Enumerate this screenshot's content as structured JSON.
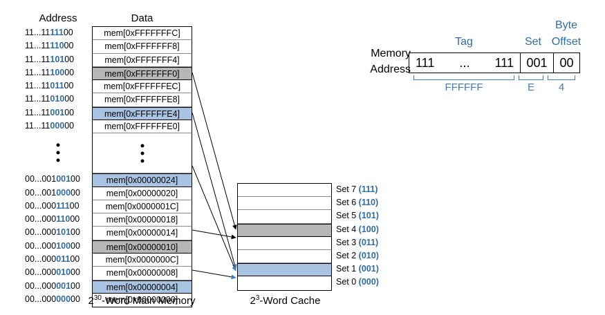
{
  "headers": {
    "address": "Address",
    "data": "Data"
  },
  "memory": {
    "caption_base": "2",
    "caption_exp": "30",
    "caption_rest": "-Word Main Memory",
    "rows": [
      {
        "addr_prefix": "11...11",
        "addr_set": "111",
        "addr_suffix": "00",
        "data": "mem[0xFFFFFFFC]",
        "fill": "none"
      },
      {
        "addr_prefix": "11...11",
        "addr_set": "110",
        "addr_suffix": "00",
        "data": "mem[0xFFFFFFF8]",
        "fill": "none"
      },
      {
        "addr_prefix": "11...11",
        "addr_set": "101",
        "addr_suffix": "00",
        "data": "mem[0xFFFFFFF4]",
        "fill": "none"
      },
      {
        "addr_prefix": "11...11",
        "addr_set": "100",
        "addr_suffix": "00",
        "data": "mem[0xFFFFFFF0]",
        "fill": "gray"
      },
      {
        "addr_prefix": "11...11",
        "addr_set": "011",
        "addr_suffix": "00",
        "data": "mem[0xFFFFFFEC]",
        "fill": "none"
      },
      {
        "addr_prefix": "11...11",
        "addr_set": "010",
        "addr_suffix": "00",
        "data": "mem[0xFFFFFFE8]",
        "fill": "none"
      },
      {
        "addr_prefix": "11...11",
        "addr_set": "001",
        "addr_suffix": "00",
        "data": "mem[0xFFFFFFE4]",
        "fill": "blue"
      },
      {
        "addr_prefix": "11...11",
        "addr_set": "000",
        "addr_suffix": "00",
        "data": "mem[0xFFFFFFE0]",
        "fill": "none"
      },
      {
        "addr_prefix": "",
        "addr_set": "",
        "addr_suffix": "",
        "data": "",
        "fill": "gap"
      },
      {
        "addr_prefix": "00...001",
        "addr_set": "001",
        "addr_suffix": "00",
        "data": "mem[0x00000024]",
        "fill": "blue"
      },
      {
        "addr_prefix": "00...001",
        "addr_set": "000",
        "addr_suffix": "00",
        "data": "mem[0x00000020]",
        "fill": "none"
      },
      {
        "addr_prefix": "00...000",
        "addr_set": "111",
        "addr_suffix": "00",
        "data": "mem[0x0000001C]",
        "fill": "none"
      },
      {
        "addr_prefix": "00...000",
        "addr_set": "110",
        "addr_suffix": "00",
        "data": "mem[0x00000018]",
        "fill": "none"
      },
      {
        "addr_prefix": "00...000",
        "addr_set": "101",
        "addr_suffix": "00",
        "data": "mem[0x00000014]",
        "fill": "none"
      },
      {
        "addr_prefix": "00...000",
        "addr_set": "100",
        "addr_suffix": "00",
        "data": "mem[0x00000010]",
        "fill": "gray"
      },
      {
        "addr_prefix": "00...000",
        "addr_set": "011",
        "addr_suffix": "00",
        "data": "mem[0x0000000C]",
        "fill": "none"
      },
      {
        "addr_prefix": "00...000",
        "addr_set": "010",
        "addr_suffix": "00",
        "data": "mem[0x00000008]",
        "fill": "none"
      },
      {
        "addr_prefix": "00...000",
        "addr_set": "001",
        "addr_suffix": "00",
        "data": "mem[0x00000004]",
        "fill": "blue"
      },
      {
        "addr_prefix": "00...000",
        "addr_set": "000",
        "addr_suffix": "00",
        "data": "mem[0x00000000]",
        "fill": "none"
      }
    ]
  },
  "cache": {
    "caption_base": "2",
    "caption_exp": "3",
    "caption_rest": "-Word Cache",
    "rows": [
      {
        "label": "Set 7",
        "bits": "(111)",
        "fill": "none"
      },
      {
        "label": "Set 6",
        "bits": "(110)",
        "fill": "none"
      },
      {
        "label": "Set 5",
        "bits": "(101)",
        "fill": "none"
      },
      {
        "label": "Set 4",
        "bits": "(100)",
        "fill": "gray"
      },
      {
        "label": "Set 3",
        "bits": "(011)",
        "fill": "none"
      },
      {
        "label": "Set 2",
        "bits": "(010)",
        "fill": "none"
      },
      {
        "label": "Set 1",
        "bits": "(001)",
        "fill": "blue"
      },
      {
        "label": "Set 0",
        "bits": "(000)",
        "fill": "none"
      }
    ]
  },
  "address_breakdown": {
    "label_line1": "Memory",
    "label_line2": "Address",
    "field_tag": "Tag",
    "field_set": "Set",
    "field_byte": "Byte",
    "field_offset": "Offset",
    "tag_left": "111",
    "tag_dots": "...",
    "tag_right": "111",
    "set_value": "001",
    "offset_value": "00",
    "hex_tag": "FFFFFF",
    "hex_set_high": "E",
    "hex_low": "4"
  },
  "colors": {
    "accent_blue": "#2f6ca3",
    "bracket_blue": "#3f7cb4",
    "row_gray": "#b7b7b7",
    "row_blue": "#a8c4e2",
    "arrow_black": "#000000",
    "arrow_blue": "#3a7fc1"
  }
}
